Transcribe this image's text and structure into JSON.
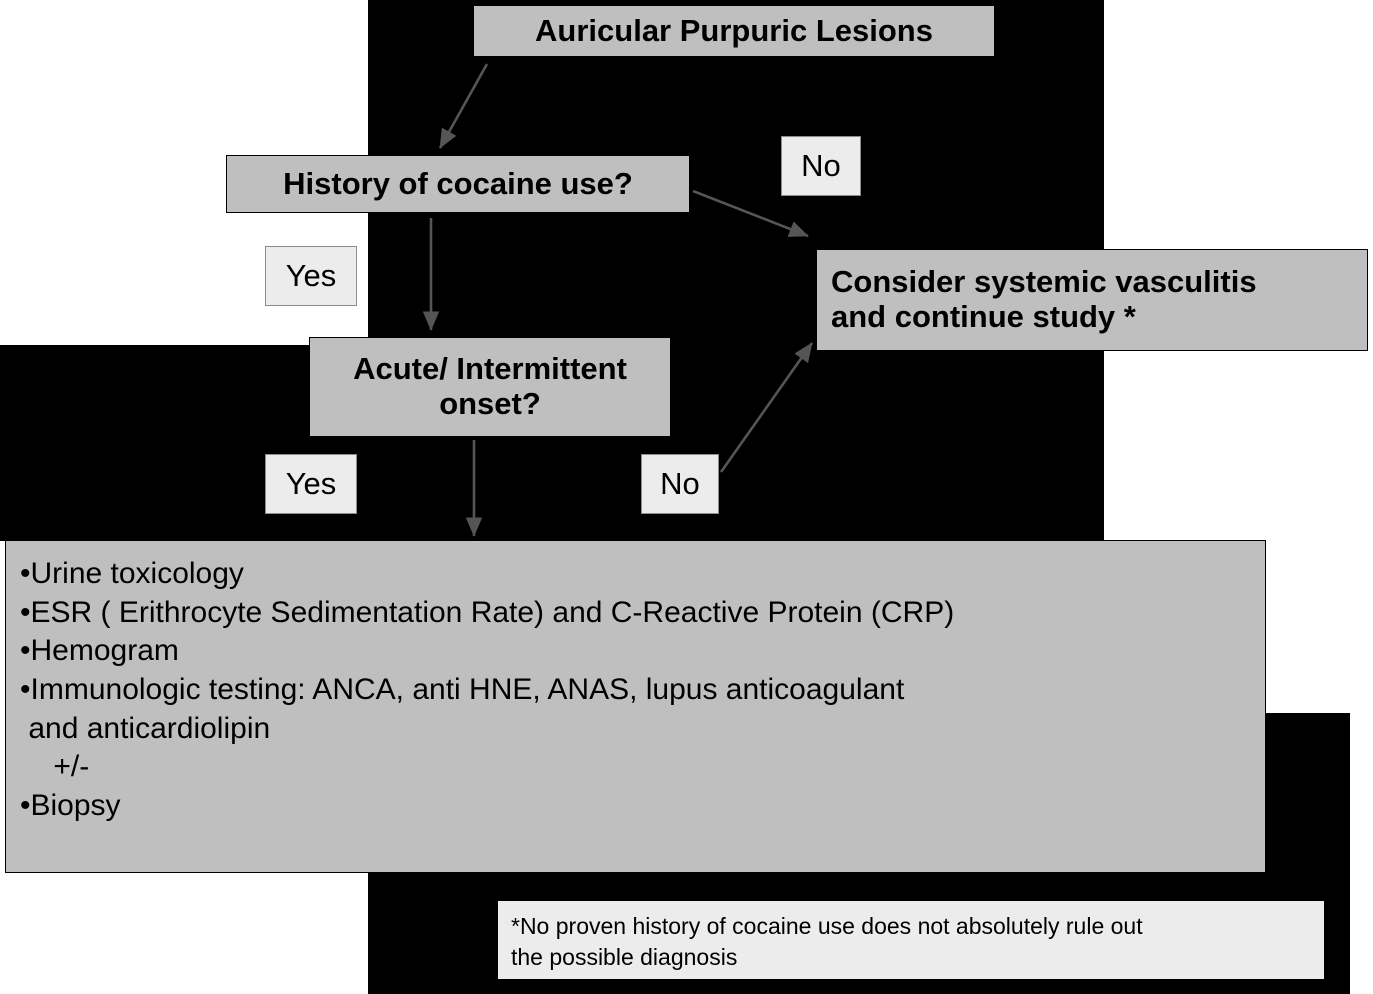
{
  "diagram": {
    "title_node": "Auricular Purpuric Lesions",
    "nodes": {
      "history": "History of cocaine use?",
      "onset_line1": "Acute/ Intermittent",
      "onset_line2": "onset?",
      "vasculitis_line1": "Consider systemic vasculitis",
      "vasculitis_line2": "and continue study *"
    },
    "edge_labels": {
      "no_from_history": "No",
      "yes_from_history": "Yes",
      "yes_from_onset": "Yes",
      "no_from_onset": "No"
    },
    "workup": {
      "lines": [
        "•Urine toxicology",
        "•ESR ( Erithrocyte Sedimentation Rate) and C-Reactive Protein (CRP)",
        "•Hemogram",
        "•Immunologic testing: ANCA, anti HNE, ANAS, lupus anticoagulant",
        " and anticardiolipin",
        "    +/-",
        "•Biopsy"
      ]
    },
    "footnote": {
      "line1": "*No proven history of cocaine use does not absolutely rule out",
      "line2": "the possible diagnosis"
    },
    "colors": {
      "backdrop": "#000000",
      "node_fill": "#bfbfbf",
      "label_fill": "#ececec",
      "arrow": "#555555",
      "text": "#000000"
    }
  }
}
